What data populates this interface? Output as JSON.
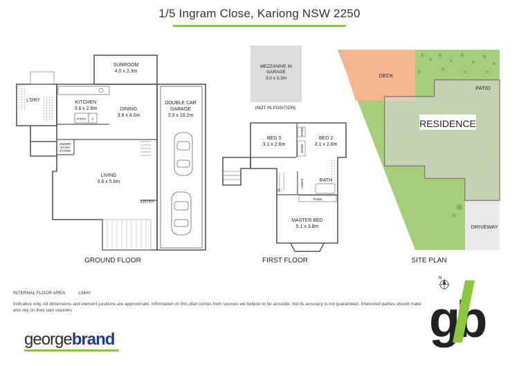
{
  "header": {
    "address": "1/5 Ingram Close, Kariong NSW 2250"
  },
  "ground_floor": {
    "caption": "GROUND FLOOR",
    "rooms": {
      "sunroom": {
        "name": "SUNROOM",
        "dims": "4.0 x 2.3m"
      },
      "kitchen": {
        "name": "KITCHEN",
        "dims": "3.6 x 2.6m"
      },
      "laundry": {
        "name": "L'DRY"
      },
      "dining": {
        "name": "DINING",
        "dims": "3.8 x 4.0m"
      },
      "garage": {
        "name": "DOUBLE CAR",
        "name2": "GARAGE",
        "dims": "3.3 x 10.2m"
      },
      "under_stair": {
        "name": "UNDER",
        "name2": "STAIR",
        "name3": "STORE"
      },
      "pantry": {
        "name": "P'TRY"
      },
      "fridge": {
        "name": "F"
      },
      "living": {
        "name": "LIVING",
        "dims": "3.6 x 5.6m"
      },
      "entry": {
        "name": "ENTRY"
      }
    }
  },
  "first_floor": {
    "caption": "FIRST FLOOR",
    "mezzanine": {
      "name": "MEZZANINE IN",
      "name2": "GARAGE",
      "dims": "3.0 x 3.3m",
      "note": "(NOT IN POSITION)"
    },
    "rooms": {
      "bed3": {
        "name": "BED 3",
        "dims": "3.1 x 2.6m"
      },
      "bed2": {
        "name": "BED 2",
        "dims": "3.1 x 2.6m"
      },
      "robe_a": {
        "name": "ROBE"
      },
      "robe_b": {
        "name": "ROBE"
      },
      "robe_c": {
        "name": "ROBE"
      },
      "linen": {
        "name": "LINEN"
      },
      "bath": {
        "name": "BATH"
      },
      "stair_s": {
        "name": "S"
      },
      "master": {
        "name": "MASTER BED",
        "dims": "5.1 x 3.8m"
      }
    }
  },
  "site_plan": {
    "caption": "SITE PLAN",
    "labels": {
      "deck": "DECK",
      "patio": "PATIO",
      "residence": "RESIDENCE",
      "driveway": "DRIVEWAY"
    }
  },
  "footer": {
    "area_label": "INTERNAL FLOOR AREA",
    "area_value": "134m²",
    "disclaimer": "Indicative only. All dimensions and element positions are approximate. Information on this plan comes from sources we believe to be accurate, but its accuracy is not guaranteed. Interested parties should make and rely on their own inquiries",
    "compass": "N",
    "brand_part1": "george",
    "brand_part2": "brand",
    "logo_letters": "gb"
  },
  "colors": {
    "accent": "#8dc63f",
    "brand_blue": "#1f3c88",
    "deck": "#f5b58f",
    "grass": "#a6cd7a",
    "residence": "#d8d8d8"
  }
}
